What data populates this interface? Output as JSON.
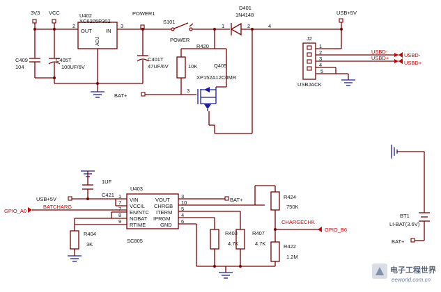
{
  "power_section": {
    "net_3v3": "3V3",
    "net_vcc": "VCC",
    "reg_ref": "U402",
    "reg_part": "XC6205P302",
    "reg_pin_out": "OUT",
    "reg_pin_in": "IN",
    "reg_pin_adj": "ADJ",
    "reg_pinnum_out": "2",
    "reg_pinnum_in": "3",
    "net_power1": "POWER1",
    "c409_ref": "C409",
    "c409_val": "104",
    "c405_ref": "C405T",
    "c405_val": "100UF/6V",
    "c401_ref": "C401T",
    "c401_val": "47UF/6V",
    "switch_ref": "S101",
    "switch_label": "POWER",
    "switch_pin1": "1",
    "r420_ref": "R420",
    "r420_val": "10K",
    "q405_ref": "Q405",
    "q405_part": "XP152A12C0MR",
    "q405_pin3": "3",
    "bat_label": "BAT+",
    "d401_ref": "D401",
    "d401_part": "1N4148",
    "diode_pin2": "2",
    "diode_pin4": "4",
    "usb5v_label": "USB+5V",
    "j2_ref": "J2",
    "j2_name": "USBJACK",
    "j2_pins": [
      "1",
      "2",
      "3",
      "4",
      "5"
    ],
    "usbd_minus_inner": "USBD-",
    "usbd_plus_inner": "USBD+",
    "usbd_minus_outer": "USBD-",
    "usbd_plus_outer": "USBD+"
  },
  "charger_section": {
    "c421_val": "1UF",
    "c421_ref": "C421",
    "usb5v_label": "USB+5V",
    "u403_ref": "U403",
    "u403_part": "SC805",
    "left_pins": [
      {
        "name": "VIN",
        "num": "1"
      },
      {
        "name": "VCCIL",
        "num": "7"
      },
      {
        "name": "EN/NTC",
        "num": "7"
      },
      {
        "name": "NOBAT",
        "num": "8"
      },
      {
        "name": "RTIME",
        "num": "9"
      }
    ],
    "right_pins": [
      {
        "name": "VOUT",
        "num": "3"
      },
      {
        "name": "CHRGB",
        "num": "10"
      },
      {
        "name": "ITERM",
        "num": "5"
      },
      {
        "name": "IPRGM",
        "num": "4"
      },
      {
        "name": "GND",
        "num": "6"
      }
    ],
    "gpio_a0": "GPIO_A0",
    "batcharg": "BATCHARG",
    "bat_out": "BAT+",
    "r404_ref": "R404",
    "r404_val": "3K",
    "r403_ref": "R403",
    "r403_val": "4.7K",
    "r407_ref": "R407",
    "r407_val": "4.7K",
    "r424_ref": "R424",
    "r424_val": "750K",
    "r422_ref": "R422",
    "r422_val": "1.2M",
    "chargechk": "CHARGECHK",
    "gpio_b6": "GPIO_B6"
  },
  "battery_section": {
    "bt1_ref": "BT1",
    "bt1_part": "LI-BAT(3.6V)",
    "bat_label": "BAT+"
  },
  "watermark": {
    "title": "电子工程世界",
    "url": "eeworld.com.cn"
  },
  "colors": {
    "wire": "#7a0000",
    "net_label": "#cc0000",
    "ground": "#1a1aa0"
  }
}
